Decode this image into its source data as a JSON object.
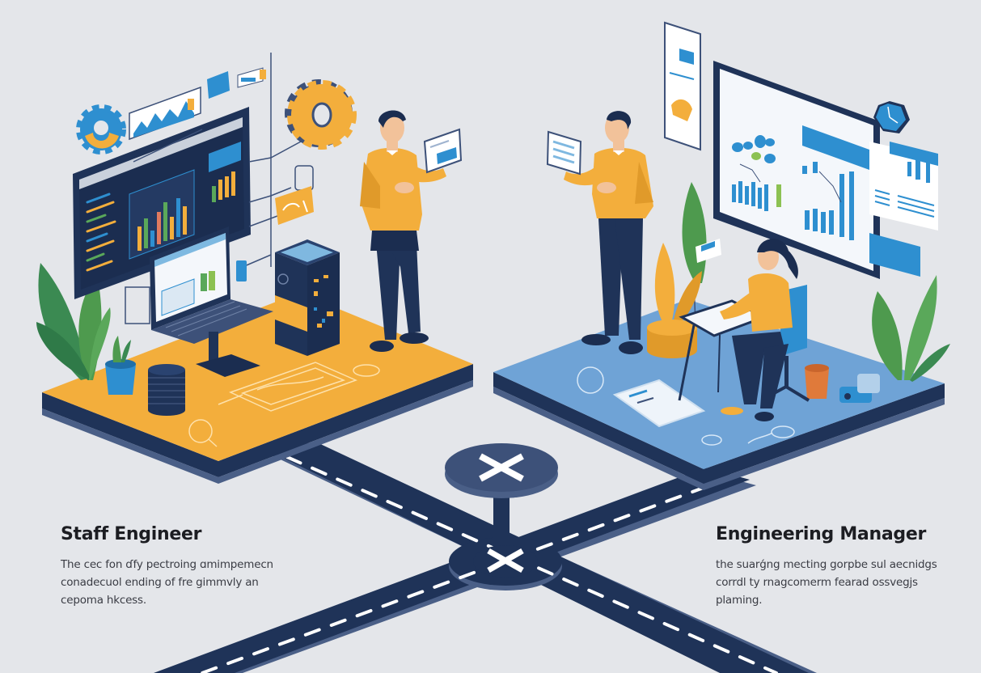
{
  "illustration": {
    "theme": "career-crossroads",
    "background_color": "#e4e6ea",
    "colors": {
      "navy": "#1f3358",
      "navy_dark": "#172847",
      "navy_edge": "#4a5f87",
      "orange": "#f3ae3c",
      "orange_dark": "#e09a2a",
      "blue_platform": "#6fa3d6",
      "blue_accent": "#2e8fd0",
      "green": "#4e9a4e",
      "skin": "#f2c29a",
      "white": "#ffffff"
    },
    "crossroads": {
      "sign_symbol": "✕",
      "center_symbol": "✕"
    }
  },
  "left_path": {
    "title": "Staff Engineer",
    "description": "The cec fon ɗfy pectroing ɑmimpemecn conadecuol ending of fre gimmvly an cepoma hkcess."
  },
  "right_path": {
    "title": "Engineering Manager",
    "description": "the suarǵng mecting gorpbe sul aecnidgs corrdl ty rnagcomerm fearad ossvegjs plaming."
  }
}
